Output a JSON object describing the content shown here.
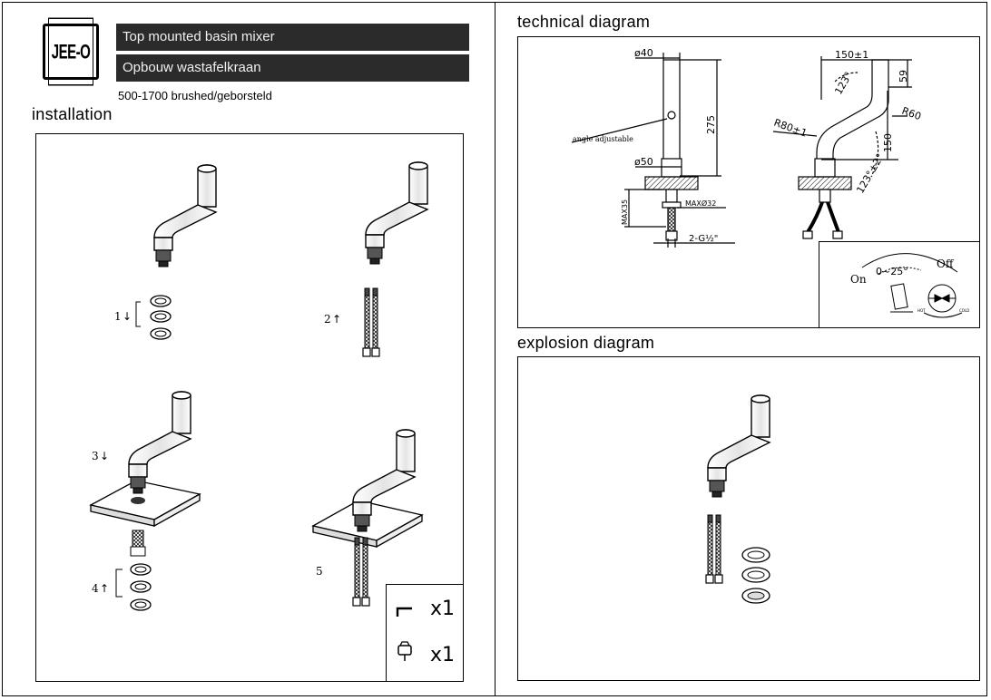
{
  "brand": {
    "logo_text": "JEE-O"
  },
  "header": {
    "title_en": "Top mounted basin mixer",
    "title_nl": "Opbouw wastafelkraan",
    "model": "500-1700 brushed/geborsteld"
  },
  "installation": {
    "title": "installation",
    "steps": [
      {
        "number": "1",
        "arrow": "↓"
      },
      {
        "number": "2",
        "arrow": "↑"
      },
      {
        "number": "3",
        "arrow": "↓"
      },
      {
        "number": "4",
        "arrow": "↑"
      },
      {
        "number": "5",
        "arrow": ""
      }
    ],
    "tools": [
      {
        "icon": "hex-key-icon",
        "qty": "x1"
      },
      {
        "icon": "spanner-nut-icon",
        "qty": "x1"
      }
    ]
  },
  "technical": {
    "title": "technical diagram",
    "dimensions": {
      "top_diameter": "ø40",
      "height": "275",
      "angle_note": "angle adjustable",
      "base_diameter": "ø50",
      "max_deck": "MAX35",
      "max_hole": "MAXØ32",
      "connection": "2-G½\"",
      "reach": "150±1",
      "top_height": "59",
      "angle_top": "123°",
      "radius_small": "R60",
      "radius_large": "R80±1",
      "spout_height": "150",
      "angle_bottom": "123°±2°"
    },
    "handle": {
      "on_label": "On",
      "off_label": "Off",
      "range": "0~25°",
      "hot": "HOT",
      "cold": "COLD"
    }
  },
  "explosion": {
    "title": "explosion diagram"
  }
}
